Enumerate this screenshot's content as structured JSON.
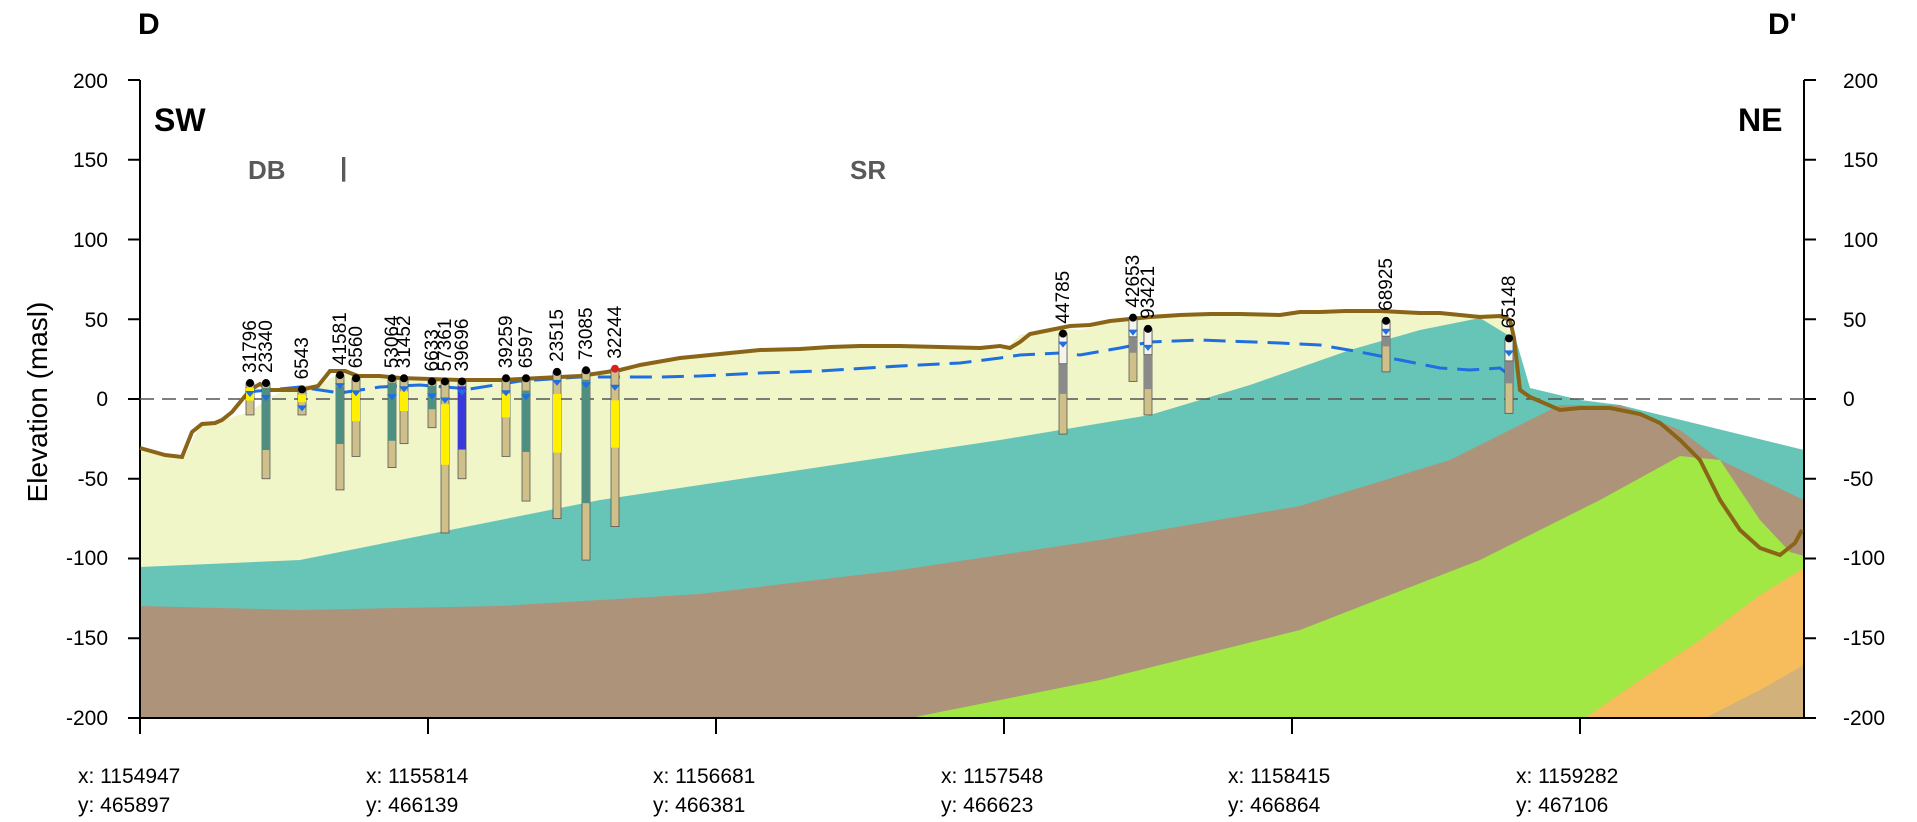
{
  "section": {
    "start_label": "D",
    "end_label": "D'"
  },
  "orientation": {
    "left": "SW",
    "right": "NE"
  },
  "zones": {
    "left": "DB",
    "divider": "|",
    "middle": "SR"
  },
  "axis": {
    "ylabel": "Elevation (masl)",
    "ticks": [
      "200",
      "150",
      "100",
      "50",
      "0",
      "-50",
      "-100",
      "-150",
      "-200"
    ]
  },
  "xticks": [
    {
      "x": "x: 1154947",
      "y": "y: 465897"
    },
    {
      "x": "x: 1155814",
      "y": "y: 466139"
    },
    {
      "x": "x: 1156681",
      "y": "y: 466381"
    },
    {
      "x": "x: 1157548",
      "y": "y: 466623"
    },
    {
      "x": "x: 1158415",
      "y": "y: 466864"
    },
    {
      "x": "x: 1159282",
      "y": "y: 467106"
    }
  ],
  "wells": [
    {
      "id": "31796",
      "top": 10,
      "bottom": -10
    },
    {
      "id": "23340",
      "top": 10,
      "bottom": -50
    },
    {
      "id": "6543",
      "top": 6,
      "bottom": -10
    },
    {
      "id": "41581",
      "top": 15,
      "bottom": -57
    },
    {
      "id": "6560",
      "top": 13,
      "bottom": -36
    },
    {
      "id": "53064",
      "top": 13,
      "bottom": -43
    },
    {
      "id": "31452",
      "top": 13,
      "bottom": -28
    },
    {
      "id": "6633",
      "top": 11,
      "bottom": -18
    },
    {
      "id": "57361",
      "top": 11,
      "bottom": -84
    },
    {
      "id": "39696",
      "top": 11,
      "bottom": -50
    },
    {
      "id": "39259",
      "top": 13,
      "bottom": -36
    },
    {
      "id": "6597",
      "top": 13,
      "bottom": -64
    },
    {
      "id": "23515",
      "top": 17,
      "bottom": -75
    },
    {
      "id": "73085",
      "top": 18,
      "bottom": -101
    },
    {
      "id": "32244",
      "top": 19,
      "bottom": -80
    },
    {
      "id": "44785",
      "top": 41,
      "bottom": -22
    },
    {
      "id": "42653",
      "top": 51,
      "bottom": 11
    },
    {
      "id": "93421",
      "top": 44,
      "bottom": -10
    },
    {
      "id": "68925",
      "top": 49,
      "bottom": 17
    },
    {
      "id": "65148",
      "top": 38,
      "bottom": -9
    }
  ],
  "colors": {
    "surface": "#8a6518",
    "water_table": "#1f6fe0",
    "unit_upper": "#f0f6c8",
    "unit_teal": "#66c5b6",
    "unit_brown": "#ad9379",
    "unit_green": "#a1e844",
    "unit_orange": "#f7bc5c",
    "unit_tan": "#d2b27a",
    "casing_yellow": "#fff000",
    "casing_teal": "#4f8f82",
    "casing_tan": "#cfc08a",
    "casing_blue": "#3a3adc"
  }
}
